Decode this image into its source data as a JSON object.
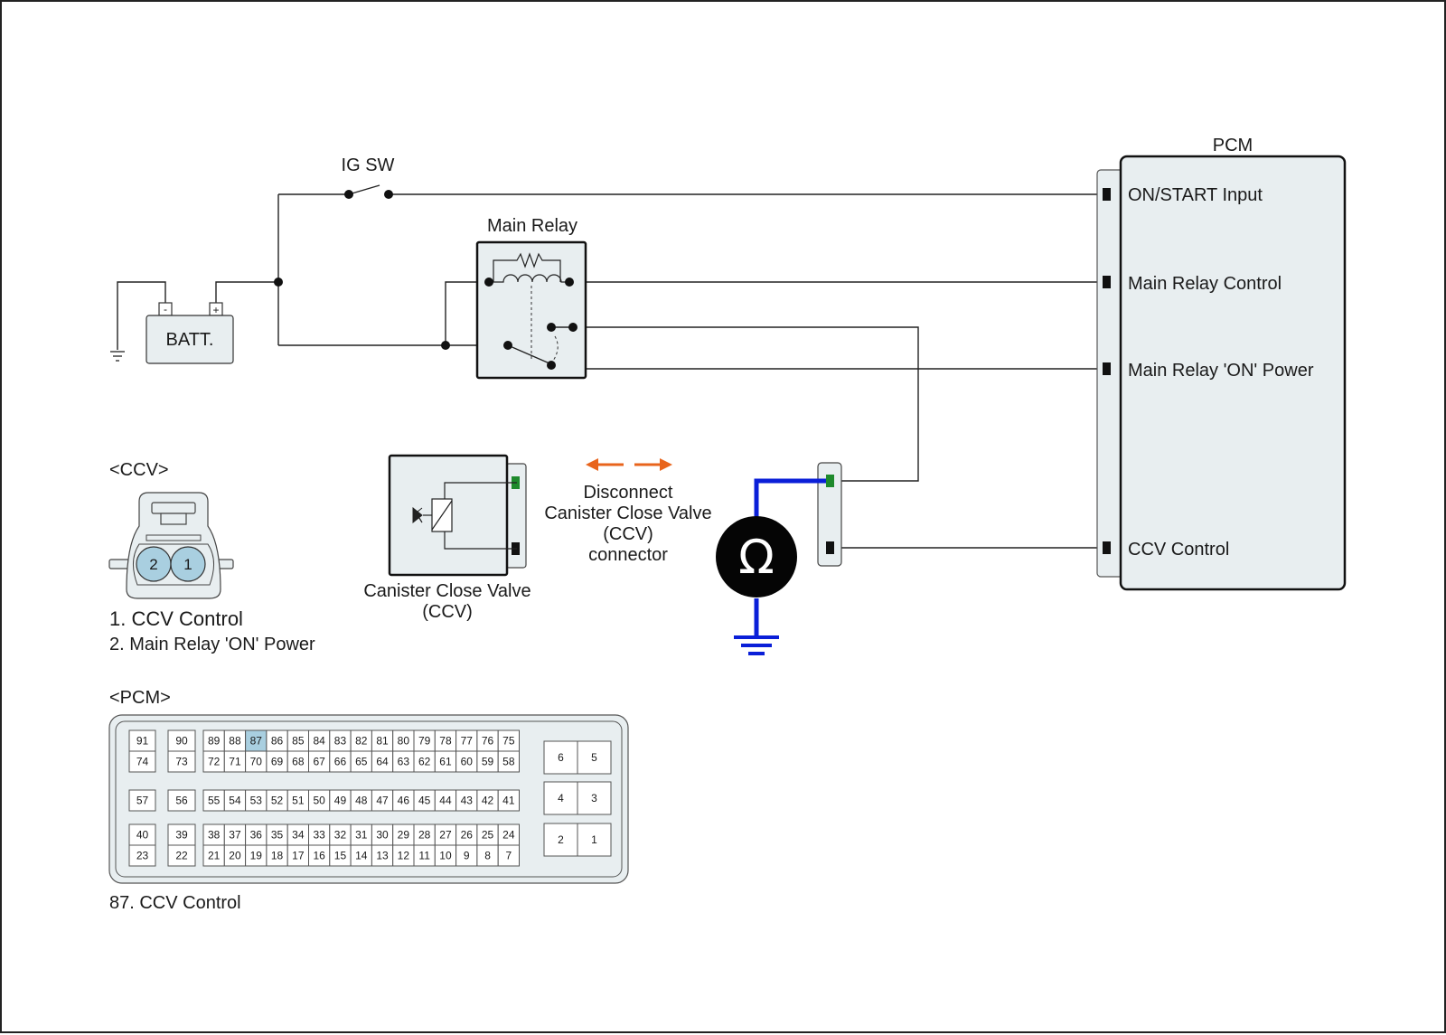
{
  "labels": {
    "ig_sw": "IG SW",
    "main_relay": "Main Relay",
    "batt": "BATT.",
    "batt_minus": "-",
    "batt_plus": "+",
    "pcm": "PCM",
    "pcm_on_start": "ON/START Input",
    "pcm_main_relay_control": "Main Relay Control",
    "pcm_main_relay_on_power": "Main Relay 'ON' Power",
    "pcm_ccv_control": "CCV Control",
    "ccv_part_line1": "Canister Close Valve",
    "ccv_part_line2": "(CCV)",
    "disconnect_line1": "Disconnect",
    "disconnect_line2": "Canister Close Valve",
    "disconnect_line3": "(CCV)",
    "disconnect_line4": "connector",
    "ohm_symbol": "Ω"
  },
  "ccv_connector": {
    "title": "<CCV>",
    "pin_left": "2",
    "pin_right": "1",
    "legend": [
      {
        "text": "1. CCV Control",
        "color": "#1e7e1e"
      },
      {
        "text": "2. Main Relay 'ON' Power",
        "color": "#1a1a1a"
      }
    ]
  },
  "pcm_connector": {
    "title": "<PCM>",
    "highlight_pin": "87",
    "highlight_color": "#a9cfe0",
    "caption": "87. CCV Control",
    "rows_top": [
      [
        "89",
        "88",
        "87",
        "86",
        "85",
        "84",
        "83",
        "82",
        "81",
        "80",
        "79",
        "78",
        "77",
        "76",
        "75"
      ],
      [
        "72",
        "71",
        "70",
        "69",
        "68",
        "67",
        "66",
        "65",
        "64",
        "63",
        "62",
        "61",
        "60",
        "59",
        "58"
      ]
    ],
    "row_mid": [
      "55",
      "54",
      "53",
      "52",
      "51",
      "50",
      "49",
      "48",
      "47",
      "46",
      "45",
      "44",
      "43",
      "42",
      "41"
    ],
    "rows_bot": [
      [
        "38",
        "37",
        "36",
        "35",
        "34",
        "33",
        "32",
        "31",
        "30",
        "29",
        "28",
        "27",
        "26",
        "25",
        "24"
      ],
      [
        "21",
        "20",
        "19",
        "18",
        "17",
        "16",
        "15",
        "14",
        "13",
        "12",
        "11",
        "10",
        "9",
        "8",
        "7"
      ]
    ],
    "left_col1": [
      "91",
      "74",
      "57",
      "40",
      "23"
    ],
    "left_col2": [
      "90",
      "73",
      "56",
      "39",
      "22"
    ],
    "right_pairs": [
      [
        "6",
        "5"
      ],
      [
        "4",
        "3"
      ],
      [
        "2",
        "1"
      ]
    ]
  },
  "colors": {
    "meter_lead": "#0a1fd8",
    "arrow": "#e8641c",
    "green_pin": "#1e8a2c",
    "ccv_green": "#1e7e1e",
    "pin_highlight": "#a9cfe0"
  }
}
